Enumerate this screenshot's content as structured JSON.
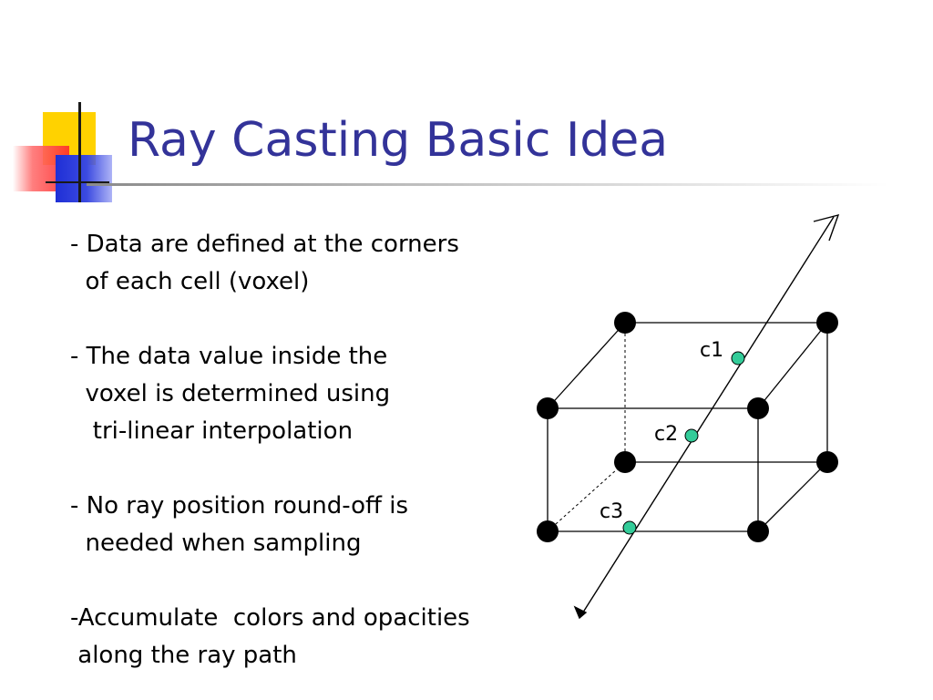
{
  "slide": {
    "title": "Ray Casting Basic Idea",
    "bullets": [
      {
        "lines": [
          "- Data are defined at the corners",
          "  of each cell (voxel)"
        ]
      },
      {
        "lines": [
          "- The data value inside the",
          "  voxel is determined using",
          "   tri-linear interpolation"
        ]
      },
      {
        "lines": [
          "- No ray position round-off is",
          "  needed when sampling"
        ]
      },
      {
        "lines": [
          "-Accumulate  colors and opacities",
          " along the ray path"
        ]
      }
    ]
  },
  "diagram": {
    "sample_labels": [
      "c1",
      "c2",
      "c3"
    ],
    "corner_color": "#000000",
    "sample_color": "#33cc99"
  }
}
